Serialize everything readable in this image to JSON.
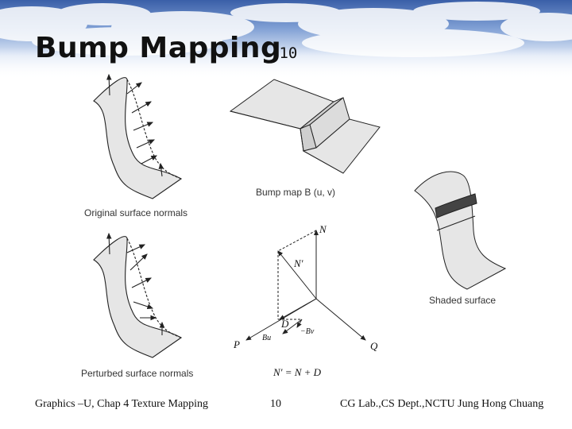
{
  "slide": {
    "title": "Bump Mapping",
    "title_suffix": "-10"
  },
  "figures": {
    "original": {
      "caption": "Original surface normals"
    },
    "perturbed": {
      "caption": "Perturbed surface normals"
    },
    "bump_map": {
      "caption": "Bump map B (u, v)"
    },
    "shaded": {
      "caption": "Shaded surface"
    },
    "vector_diagram": {
      "labels": {
        "N": "N",
        "N_prime": "N'",
        "D": "D",
        "P": "P",
        "Q": "Q",
        "Bu": "Bu",
        "neg_Bv": "−Bv",
        "equation": "N' = N + D"
      }
    }
  },
  "footer": {
    "left": "Graphics –U,  Chap 4   Texture Mapping",
    "page": "10",
    "right": "CG Lab.,CS Dept.,NCTU  Jung Hong Chuang"
  },
  "colors": {
    "background": "#ffffff",
    "sky_top": "#3a5fa8",
    "cloud": "#ffffff",
    "surface_fill": "#e6e6e6",
    "line": "#222222"
  }
}
